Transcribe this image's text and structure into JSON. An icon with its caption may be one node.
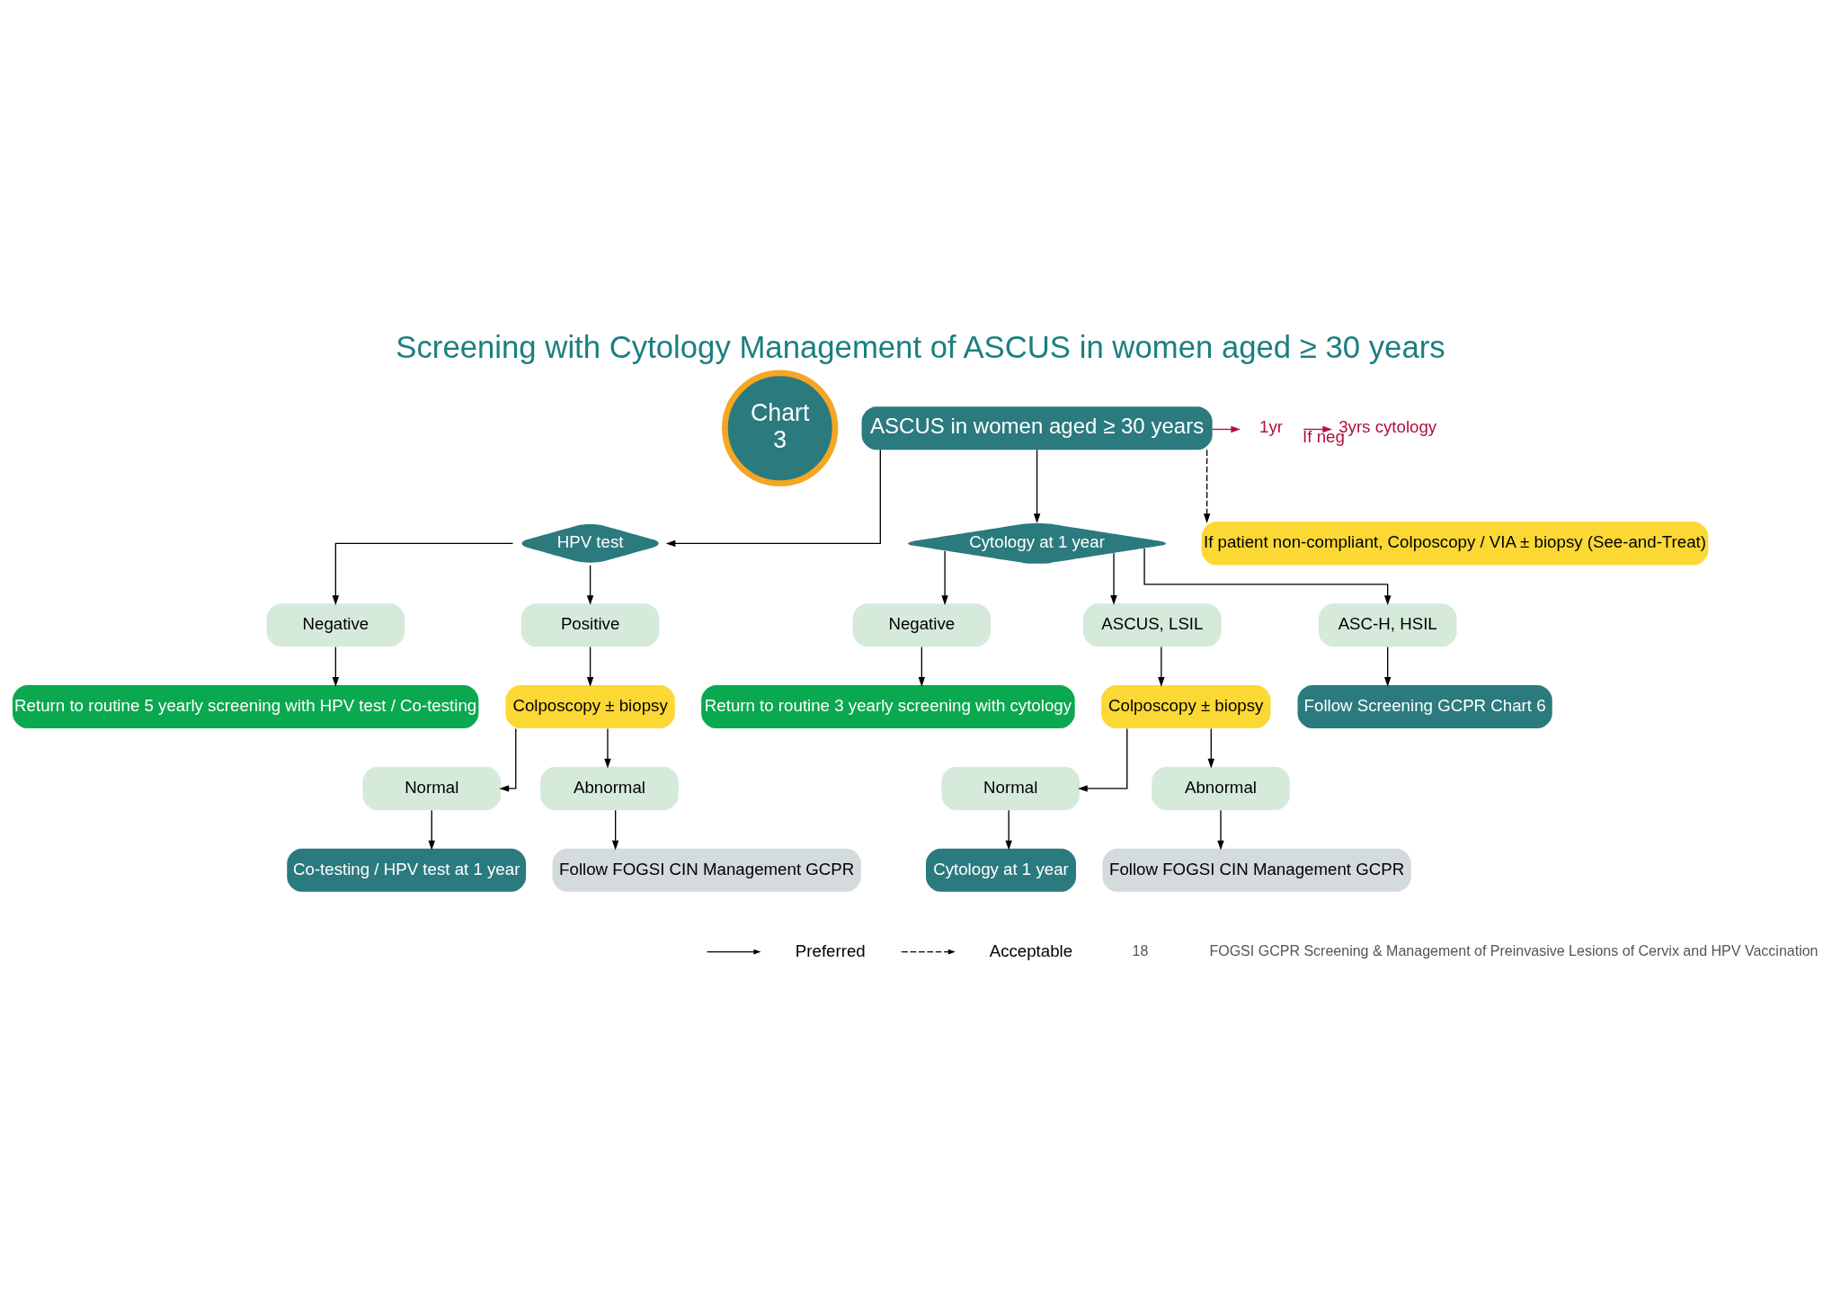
{
  "diagram": {
    "title": "Screening with Cytology Management of ASCUS in women aged ≥ 30 years",
    "nodes": [
      {
        "text": [
          "Chart",
          "3"
        ]
      },
      {
        "text": [
          "ASCUS in women aged ≥ 30 years"
        ]
      },
      {
        "text": [
          "HPV test"
        ]
      },
      {
        "text": [
          "Cytology at 1 year"
        ]
      },
      {
        "text": [
          "If patient non-compliant, Colposcopy / VIA ± biopsy (See-and-Treat)"
        ]
      },
      {
        "text": [
          "Negative"
        ]
      },
      {
        "text": [
          "Positive"
        ]
      },
      {
        "text": [
          "Return to routine 5 yearly screening with HPV test / Co-testing"
        ]
      },
      {
        "text": [
          "Colposcopy ± biopsy"
        ]
      },
      {
        "text": [
          "Normal"
        ]
      },
      {
        "text": [
          "Abnormal"
        ]
      },
      {
        "text": [
          "Co-testing / HPV test at 1 year"
        ]
      },
      {
        "text": [
          "Follow FOGSI CIN Management GCPR"
        ]
      },
      {
        "text": [
          "Negative"
        ]
      },
      {
        "text": [
          "ASCUS, LSIL"
        ]
      },
      {
        "text": [
          "ASC-H, HSIL"
        ]
      },
      {
        "text": [
          "Return to routine 3 yearly screening with cytology"
        ]
      },
      {
        "text": [
          "Colposcopy ± biopsy"
        ]
      },
      {
        "text": [
          "Normal"
        ]
      },
      {
        "text": [
          "Abnormal"
        ]
      },
      {
        "text": [
          "Cytology at 1 year"
        ]
      },
      {
        "text": [
          "Follow FOGSI CIN Management GCPR"
        ]
      },
      {
        "text": [
          "Follow Screening GCPR Chart 6"
        ]
      },
      {
        "text": [
          "1yr"
        ]
      },
      {
        "text": [
          "3yrs cytology"
        ]
      }
    ],
    "edges": [
      {
        "from": 1,
        "to": 2,
        "arrow": "to"
      },
      {
        "from": 1,
        "to": 3,
        "arrow": "to"
      },
      {
        "from": 1,
        "to": 4,
        "arrow": "to",
        "style": "dashed"
      },
      {
        "from": 2,
        "to": 5,
        "arrow": "to"
      },
      {
        "from": 2,
        "to": 6,
        "arrow": "to"
      },
      {
        "from": 5,
        "to": 7,
        "arrow": "to"
      },
      {
        "from": 6,
        "to": 8,
        "arrow": "to"
      },
      {
        "from": 8,
        "to": 9,
        "arrow": "to"
      },
      {
        "from": 8,
        "to": 10,
        "arrow": "to"
      },
      {
        "from": 9,
        "to": 11,
        "arrow": "to"
      },
      {
        "from": 10,
        "to": 12,
        "arrow": "to"
      },
      {
        "from": 3,
        "to": 13,
        "arrow": "to"
      },
      {
        "from": 3,
        "to": 14,
        "arrow": "to"
      },
      {
        "from": 3,
        "to": 15,
        "arrow": "to"
      },
      {
        "from": 13,
        "to": 16,
        "arrow": "to"
      },
      {
        "from": 14,
        "to": 17,
        "arrow": "to"
      },
      {
        "from": 17,
        "to": 18,
        "arrow": "to"
      },
      {
        "from": 17,
        "to": 19,
        "arrow": "to"
      },
      {
        "from": 18,
        "to": 20,
        "arrow": "to"
      },
      {
        "from": 19,
        "to": 21,
        "arrow": "to"
      },
      {
        "from": 15,
        "to": 22,
        "arrow": "to"
      },
      {
        "from": 1,
        "to": 23,
        "arrow": "to",
        "color": "#b0103a"
      },
      {
        "from": 23,
        "to": 24,
        "arrow": "to",
        "label": "If neg",
        "color": "#b0103a"
      }
    ],
    "labels": [
      "18",
      "FOGSI GCPR Screening & Management of Preinvasive Lesions of Cervix and HPV Vaccination"
    ],
    "legend": [
      {
        "text": "Preferred"
      },
      {
        "text": "Acceptable"
      }
    ]
  }
}
